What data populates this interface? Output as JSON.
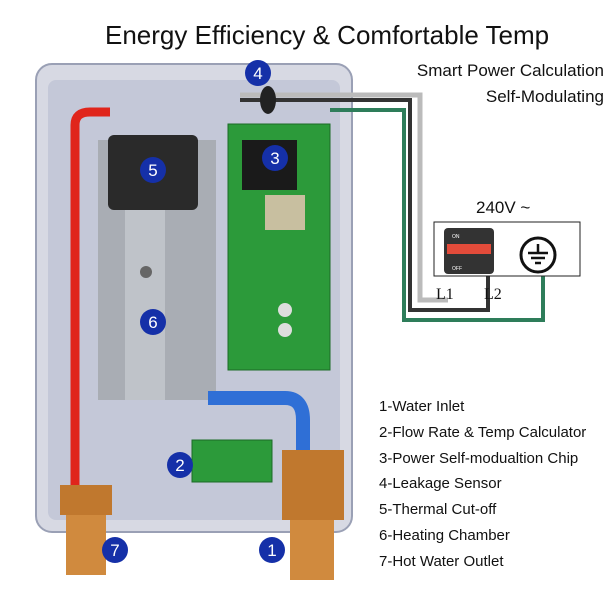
{
  "header": {
    "title": "Energy Efficiency & Comfortable Temp",
    "subtitle_1": "Smart Power Calculation",
    "subtitle_2": "Self-Modulating"
  },
  "power": {
    "voltage": "240V ~",
    "line1": "L1",
    "line2": "L2",
    "breaker_on": "ON",
    "breaker_off": "OFF"
  },
  "markers": [
    "1",
    "2",
    "3",
    "4",
    "5",
    "6",
    "7"
  ],
  "legend": [
    "1-Water Inlet",
    "2-Flow Rate & Temp Calculator",
    "3-Power Self-modualtion Chip",
    "4-Leakage Sensor",
    "5-Thermal Cut-off",
    "6-Heating Chamber",
    "7-Hot Water Outlet"
  ],
  "colors": {
    "marker": "#1530a8",
    "hot_pipe": "#e0251b",
    "cold_pipe": "#2f6fd6",
    "pcb": "#2c9a3a",
    "brass": "#c0782e",
    "ground_wire": "#2e7d5a"
  }
}
